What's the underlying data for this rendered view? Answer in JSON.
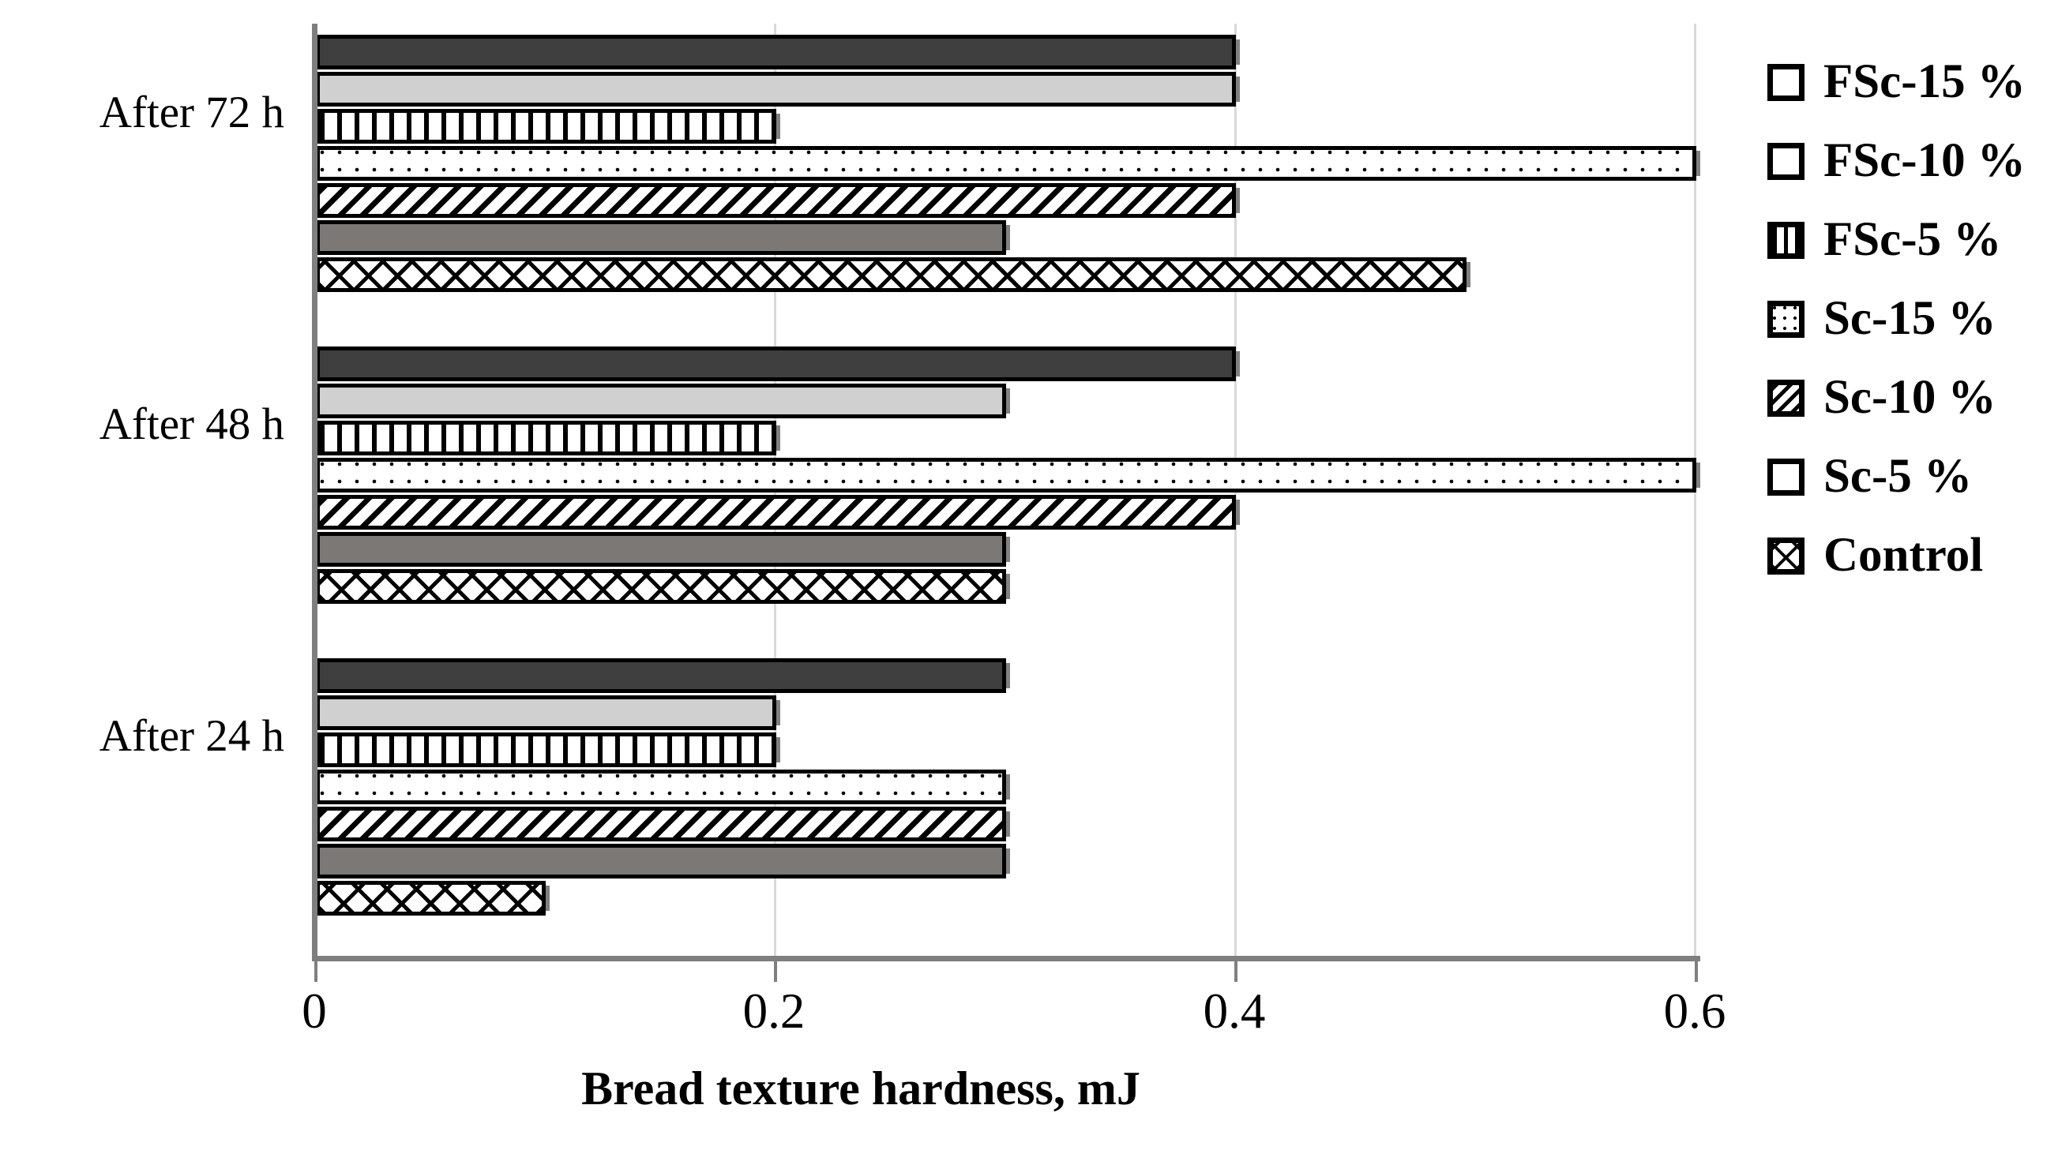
{
  "chart_data": {
    "type": "bar",
    "orientation": "horizontal",
    "title": "",
    "xlabel": "Bread texture hardness, mJ",
    "ylabel": "",
    "xlim": [
      0,
      0.6
    ],
    "xticks": [
      "0",
      "0.2",
      "0.4",
      "0.6"
    ],
    "xtick_values": [
      0,
      0.2,
      0.4,
      0.6
    ],
    "grid": "vertical gridlines at x ticks",
    "legend_position": "right",
    "categories": [
      "After 24 h",
      "After 48 h",
      "After 72 h"
    ],
    "series": [
      {
        "name": "Control",
        "values": [
          0.1,
          0.3,
          0.5
        ],
        "fill": "cross-hatch",
        "swatch": "p-cross"
      },
      {
        "name": "Sc-5 %",
        "values": [
          0.3,
          0.3,
          0.3
        ],
        "fill": "solid-mid-gray",
        "swatch": "p-solid-mid"
      },
      {
        "name": "Sc-10 %",
        "values": [
          0.3,
          0.4,
          0.4
        ],
        "fill": "diagonal-stripe",
        "swatch": "p-diag"
      },
      {
        "name": "Sc-15 %",
        "values": [
          0.3,
          0.6,
          0.6
        ],
        "fill": "dotted",
        "swatch": "p-dots"
      },
      {
        "name": "FSc-5 %",
        "values": [
          0.2,
          0.2,
          0.2
        ],
        "fill": "vertical-stripe",
        "swatch": "p-vstripe"
      },
      {
        "name": "FSc-10 %",
        "values": [
          0.2,
          0.3,
          0.4
        ],
        "fill": "solid-light-gray",
        "swatch": "p-solid-light"
      },
      {
        "name": "FSc-15 %",
        "values": [
          0.3,
          0.4,
          0.4
        ],
        "fill": "solid-dark-gray",
        "swatch": "p-solid-dark"
      }
    ],
    "legend_order_top_to_bottom": [
      "FSc-15 %",
      "FSc-10 %",
      "FSc-5 %",
      "Sc-15 %",
      "Sc-10 %",
      "Sc-5 %",
      "Control"
    ],
    "colors": {
      "solid_dark": "#3f3f3f",
      "solid_light": "#d0d0d0",
      "solid_mid": "#7b7876",
      "outline": "#000000",
      "gridline": "#d9d9d9",
      "axis": "#7f7f7f",
      "background": "#ffffff"
    }
  },
  "legend": {
    "items": [
      {
        "label": "FSc-15 %"
      },
      {
        "label": "FSc-10 %"
      },
      {
        "label": "FSc-5 %"
      },
      {
        "label": "Sc-15 %"
      },
      {
        "label": "Sc-10 %"
      },
      {
        "label": "Sc-5 %"
      },
      {
        "label": "Control"
      }
    ]
  },
  "axis": {
    "x_title": "Bread texture hardness, mJ",
    "x_ticks": [
      "0",
      "0.2",
      "0.4",
      "0.6"
    ],
    "y_categories": [
      "After 72 h",
      "After 48 h",
      "After 24 h"
    ]
  }
}
